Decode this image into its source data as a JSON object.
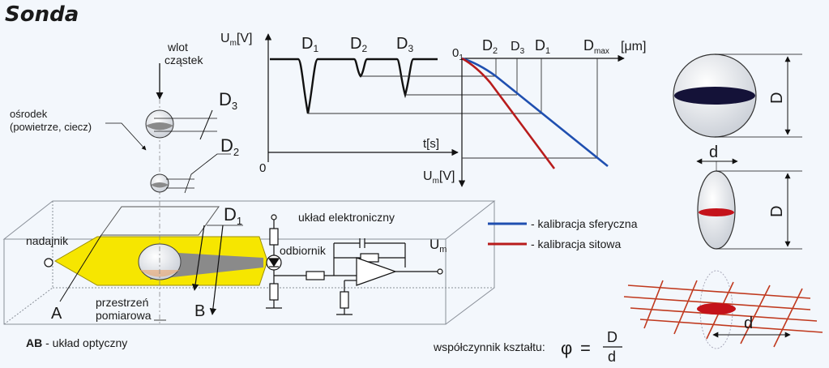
{
  "title": "Sonda",
  "probe": {
    "inlet": "wlot",
    "inlet2": "cząstek",
    "medium": "ośrodek",
    "medium2": "(powietrze, ciecz)",
    "d3": "D",
    "d3_sub": "3",
    "d2": "D",
    "d2_sub": "2",
    "d1": "D",
    "d1_sub": "1",
    "transmitter": "nadajnik",
    "receiver": "odbiornik",
    "electronics": "układ elektroniczny",
    "space": "przestrzeń",
    "space2": "pomiarowa",
    "a": "A",
    "b": "B",
    "um": "U",
    "um_sub": "m",
    "optical_bold": "AB",
    "optical_rest": " - układ optyczny"
  },
  "signal_chart": {
    "y_label": "U",
    "y_sub": "m",
    "y_unit": "[V]",
    "x_label": "t[s]",
    "origin": "0",
    "peaks": [
      {
        "label": "D",
        "sub": "1"
      },
      {
        "label": "D",
        "sub": "2"
      },
      {
        "label": "D",
        "sub": "3"
      }
    ]
  },
  "calibration_chart": {
    "origin": "0",
    "origin_sub": "1",
    "x_ticks": [
      {
        "label": "D",
        "sub": "2"
      },
      {
        "label": "D",
        "sub": "3"
      },
      {
        "label": "D",
        "sub": "1"
      },
      {
        "label": "D",
        "sub": "max"
      }
    ],
    "x_unit": "[μm]",
    "y_label": "U",
    "y_sub": "m",
    "y_unit": "[V]"
  },
  "legend": {
    "spherical": "- kalibracja sferyczna",
    "sieve": "- kalibracja sitowa",
    "spherical_color": "#1f4fb0",
    "sieve_color": "#b81c1c"
  },
  "shapes": {
    "big_d": "D",
    "small_d": "d"
  },
  "shape_factor": {
    "label": "współczynnik kształtu:",
    "phi": "φ",
    "eq": "=",
    "num": "D",
    "den": "d"
  }
}
